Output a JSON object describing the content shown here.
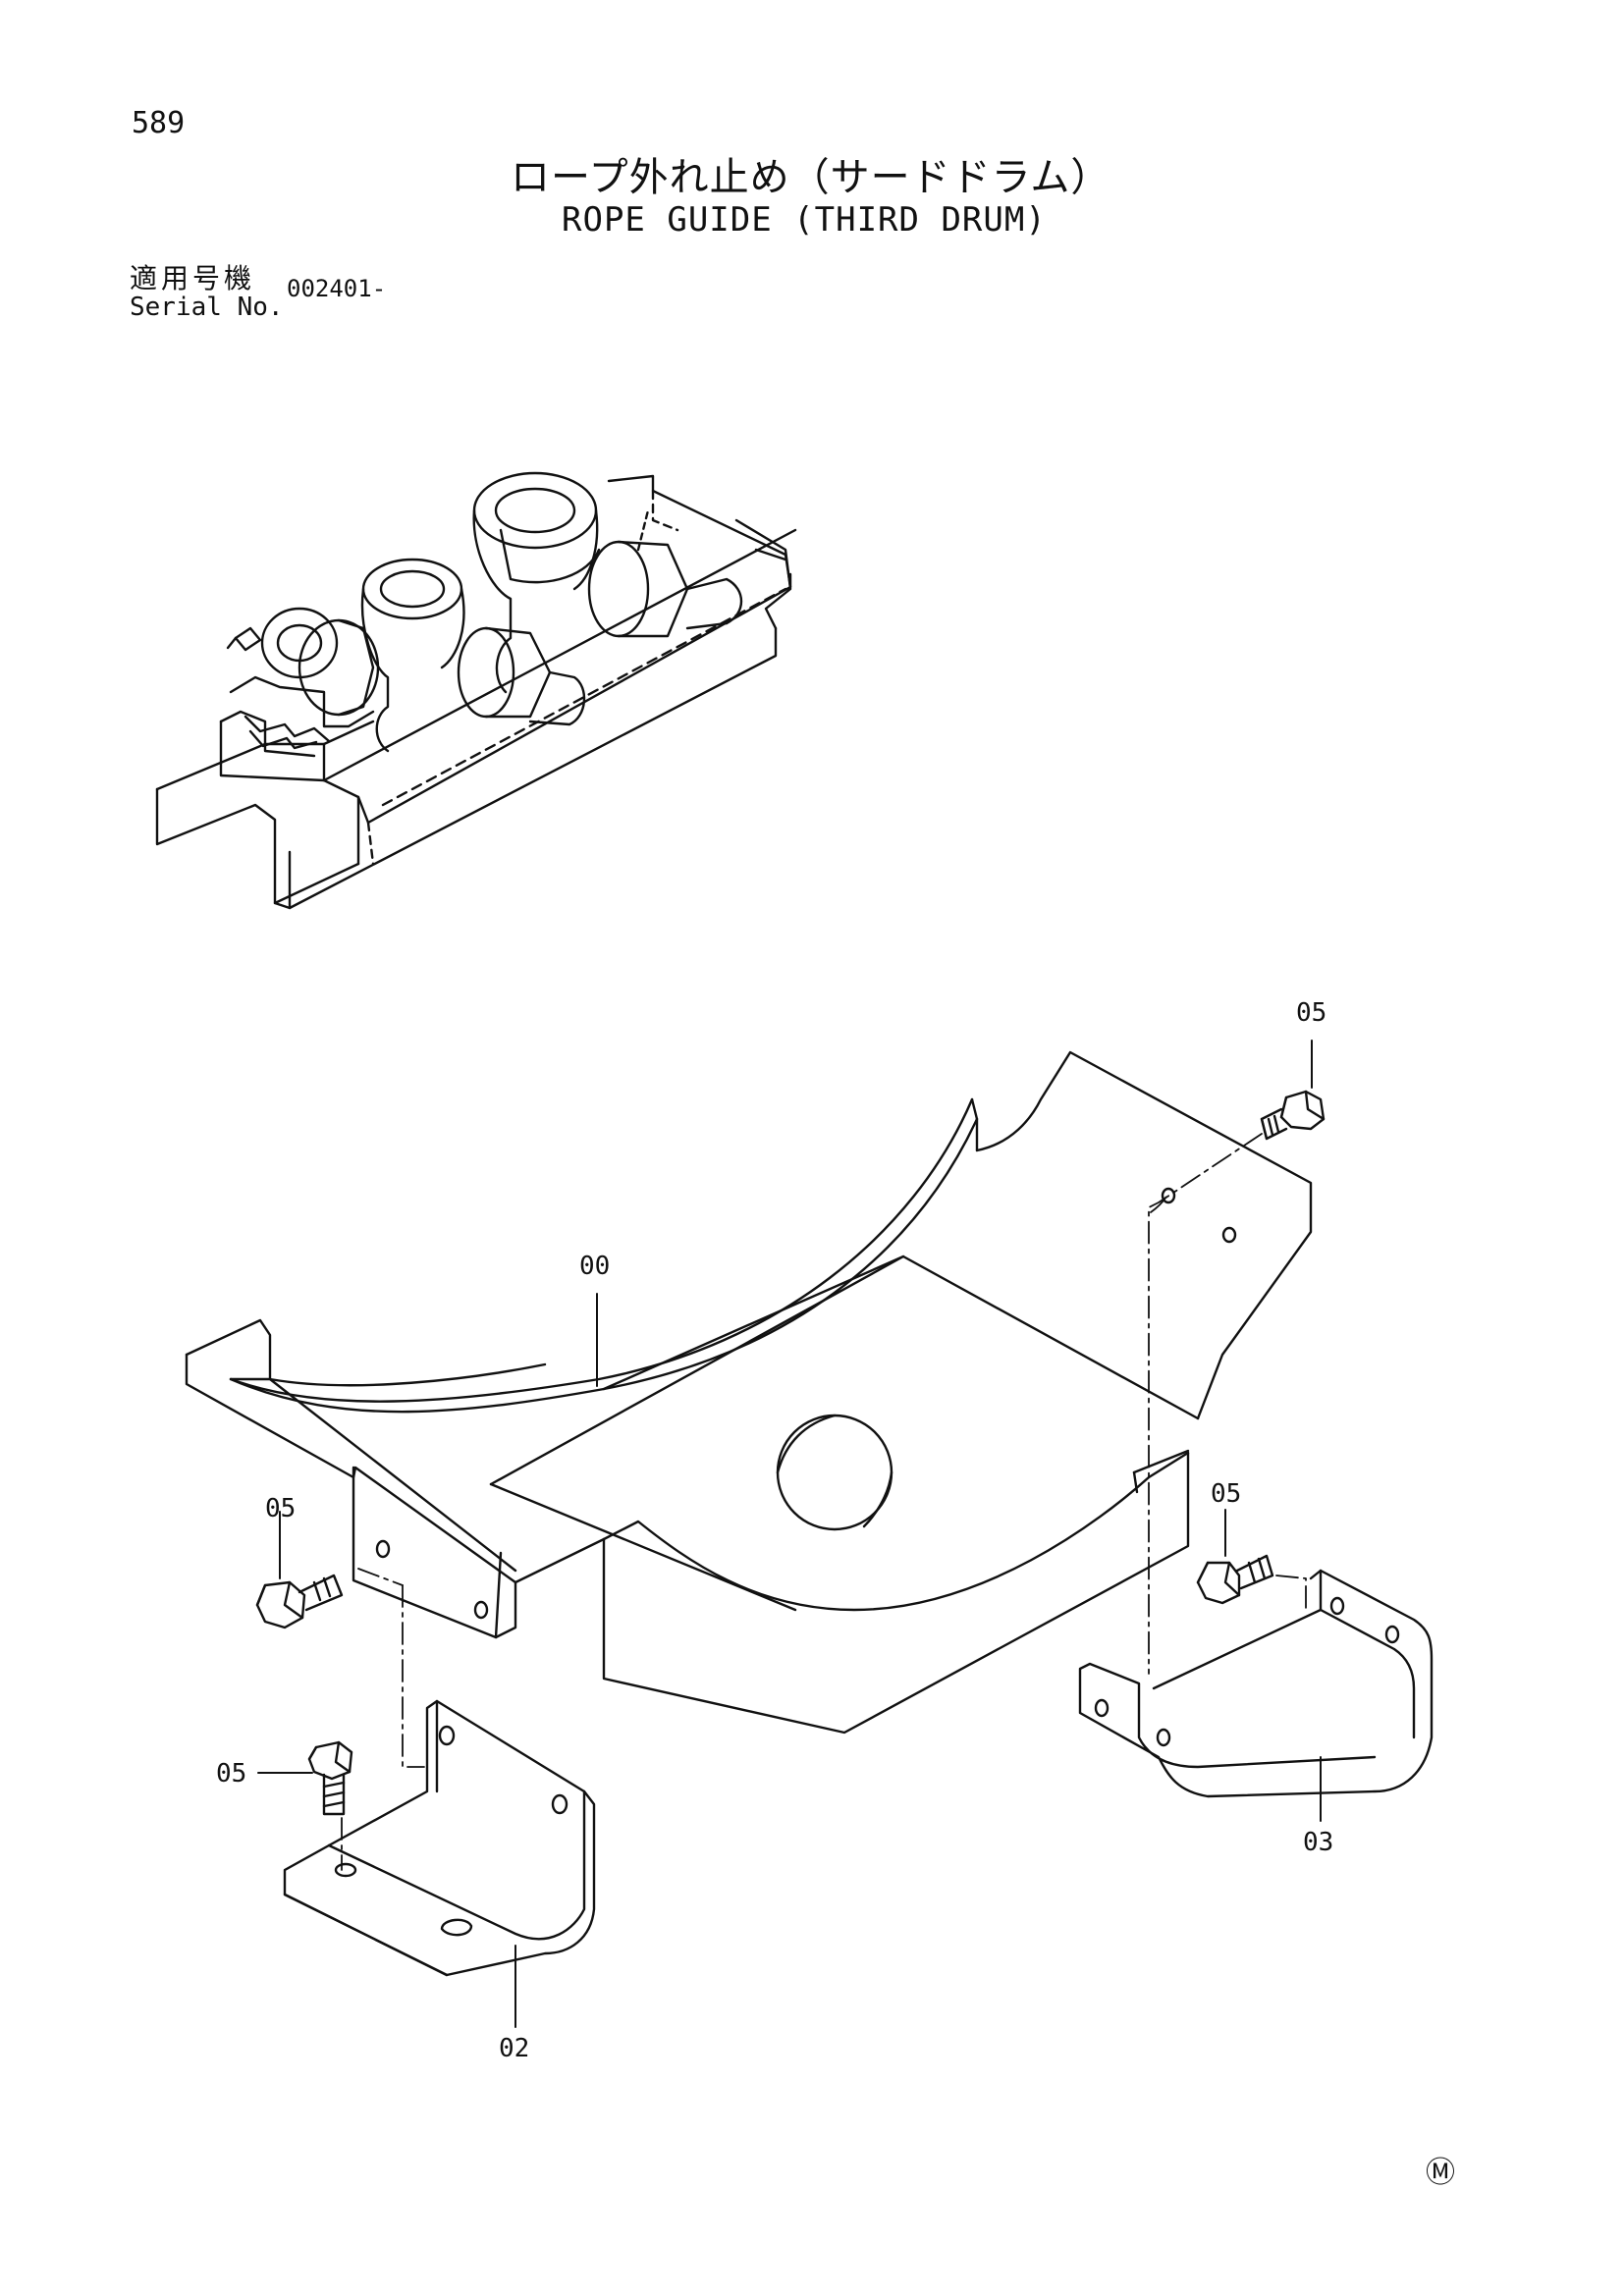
{
  "page": {
    "number": "589",
    "title_jp": "ロープ外れ止め（サードドラム）",
    "title_en": "ROPE GUIDE (THIRD DRUM)",
    "serial_label_jp": "適用号機",
    "serial_label_en": "Serial No.",
    "serial_value": "002401-",
    "mark": "Ⓜ"
  },
  "callouts": {
    "c00": "00",
    "c02": "02",
    "c03": "03",
    "c05_top": "05",
    "c05_left": "05",
    "c05_right": "05",
    "c05_lower": "05"
  }
}
